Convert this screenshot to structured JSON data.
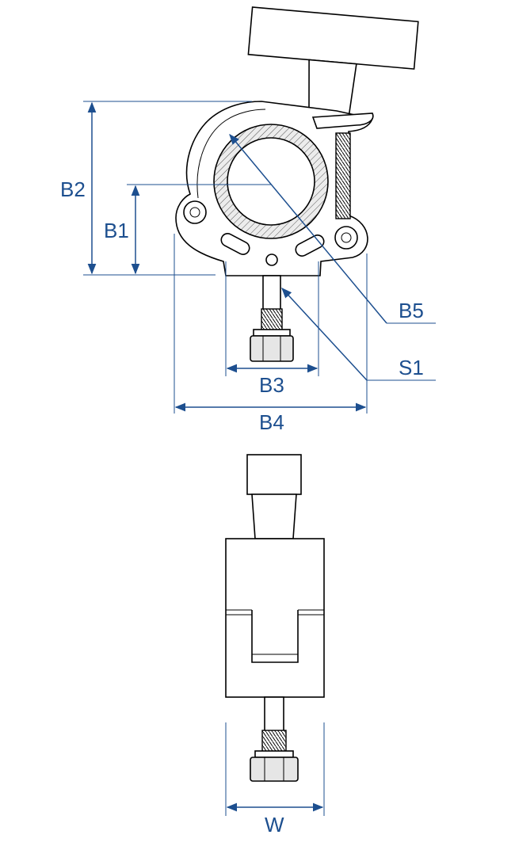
{
  "labels": {
    "b1": "B1",
    "b2": "B2",
    "b3": "B3",
    "b4": "B4",
    "b5": "B5",
    "s1": "S1",
    "w": "W"
  },
  "colors": {
    "dimension": "#1d4f8f",
    "outline": "#000000"
  }
}
